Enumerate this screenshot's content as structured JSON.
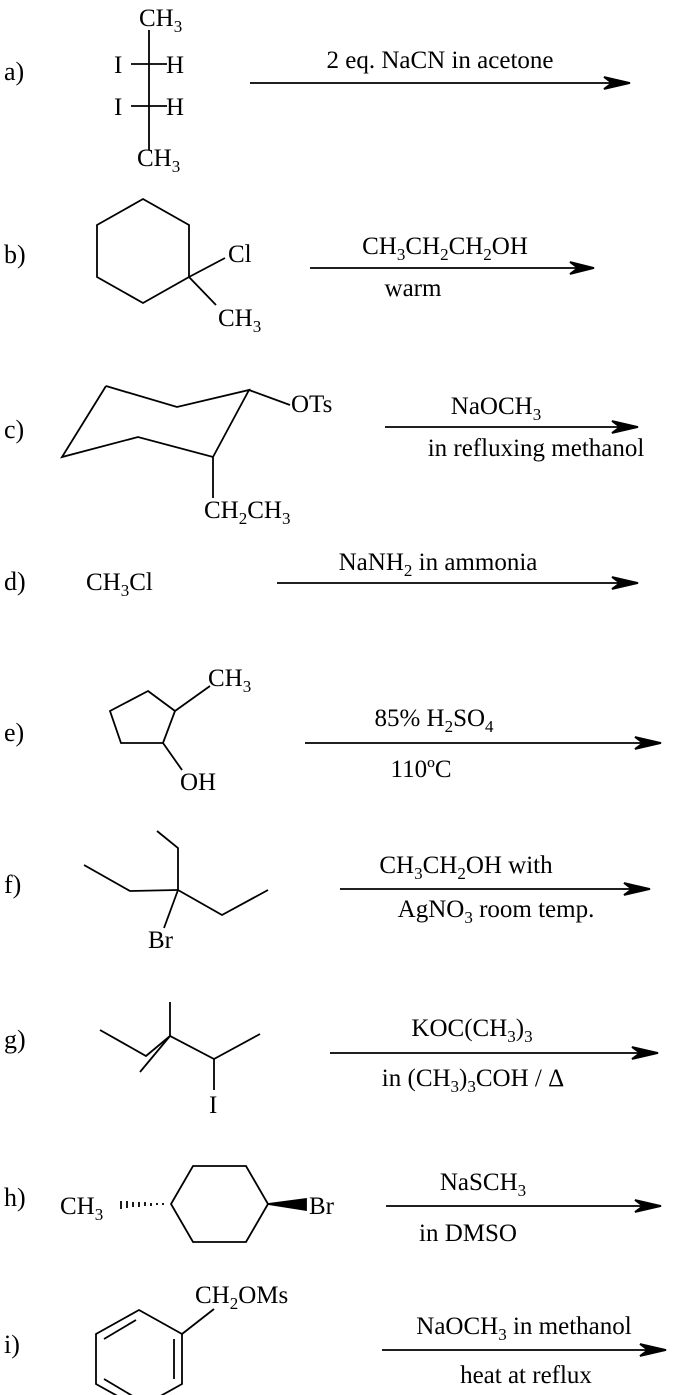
{
  "reactions": [
    {
      "id": "a",
      "label": "a)",
      "above": [
        {
          "t": "2 eq. NaCN in acetone"
        }
      ],
      "below": []
    },
    {
      "id": "b",
      "label": "b)",
      "above": [
        {
          "t": "CH"
        },
        {
          "t": "3",
          "sub": true
        },
        {
          "t": "CH"
        },
        {
          "t": "2",
          "sub": true
        },
        {
          "t": "CH"
        },
        {
          "t": "2",
          "sub": true
        },
        {
          "t": "OH"
        }
      ],
      "below": [
        {
          "t": "warm"
        }
      ]
    },
    {
      "id": "c",
      "label": "c)",
      "above": [
        {
          "t": "NaOCH"
        },
        {
          "t": "3",
          "sub": true
        }
      ],
      "below": [
        {
          "t": "in refluxing methanol"
        }
      ]
    },
    {
      "id": "d",
      "label": "d)",
      "above": [
        {
          "t": "NaNH"
        },
        {
          "t": "2",
          "sub": true
        },
        {
          "t": " in ammonia"
        }
      ],
      "below": []
    },
    {
      "id": "e",
      "label": "e)",
      "above": [
        {
          "t": "85% H"
        },
        {
          "t": "2",
          "sub": true
        },
        {
          "t": "SO"
        },
        {
          "t": "4",
          "sub": true
        }
      ],
      "below": [
        {
          "t": "110ºC"
        }
      ]
    },
    {
      "id": "f",
      "label": "f)",
      "above": [
        {
          "t": "CH"
        },
        {
          "t": "3",
          "sub": true
        },
        {
          "t": "CH"
        },
        {
          "t": "2",
          "sub": true
        },
        {
          "t": "OH with"
        }
      ],
      "below": [
        {
          "t": "AgNO"
        },
        {
          "t": "3",
          "sub": true
        },
        {
          "t": " room temp."
        }
      ]
    },
    {
      "id": "g",
      "label": "g)",
      "above": [
        {
          "t": "KOC(CH"
        },
        {
          "t": "3",
          "sub": true
        },
        {
          "t": ")"
        },
        {
          "t": "3",
          "sub": true
        }
      ],
      "below": [
        {
          "t": "in (CH"
        },
        {
          "t": "3",
          "sub": true
        },
        {
          "t": ")"
        },
        {
          "t": "3",
          "sub": true
        },
        {
          "t": "COH / Δ"
        }
      ]
    },
    {
      "id": "h",
      "label": "h)",
      "above": [
        {
          "t": "NaSCH"
        },
        {
          "t": "3",
          "sub": true
        }
      ],
      "below": [
        {
          "t": "in DMSO"
        }
      ]
    },
    {
      "id": "i",
      "label": "i)",
      "above": [
        {
          "t": "NaOCH"
        },
        {
          "t": "3",
          "sub": true
        },
        {
          "t": " in methanol"
        }
      ],
      "below": [
        {
          "t": "heat at reflux"
        }
      ]
    }
  ],
  "atoms": {
    "a_ch3_top": [
      {
        "t": "CH"
      },
      {
        "t": "3",
        "sub": true
      }
    ],
    "a_i1": [
      {
        "t": "I"
      }
    ],
    "a_h1": [
      {
        "t": "H"
      }
    ],
    "a_i2": [
      {
        "t": "I"
      }
    ],
    "a_h2": [
      {
        "t": "H"
      }
    ],
    "a_ch3_bot": [
      {
        "t": "CH"
      },
      {
        "t": "3",
        "sub": true
      }
    ],
    "b_cl": [
      {
        "t": "Cl"
      }
    ],
    "b_ch3": [
      {
        "t": "CH"
      },
      {
        "t": "3",
        "sub": true
      }
    ],
    "c_ots": [
      {
        "t": "OTs"
      }
    ],
    "c_ethyl": [
      {
        "t": "CH"
      },
      {
        "t": "2",
        "sub": true
      },
      {
        "t": "CH"
      },
      {
        "t": "3",
        "sub": true
      }
    ],
    "d_reactant": [
      {
        "t": "CH"
      },
      {
        "t": "3",
        "sub": true
      },
      {
        "t": "Cl"
      }
    ],
    "e_ch3": [
      {
        "t": "CH"
      },
      {
        "t": "3",
        "sub": true
      }
    ],
    "e_oh": [
      {
        "t": "OH"
      }
    ],
    "f_br": [
      {
        "t": "Br"
      }
    ],
    "g_i": [
      {
        "t": "I"
      }
    ],
    "h_ch3": [
      {
        "t": "CH"
      },
      {
        "t": "3",
        "sub": true
      }
    ],
    "h_br": [
      {
        "t": "Br"
      }
    ],
    "i_ch2oms": [
      {
        "t": "CH"
      },
      {
        "t": "2",
        "sub": true
      },
      {
        "t": "OMs"
      }
    ]
  }
}
